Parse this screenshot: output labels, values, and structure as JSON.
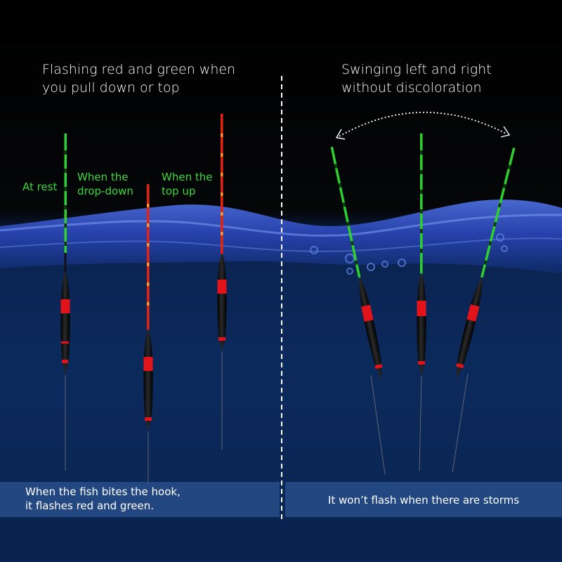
{
  "headings": {
    "left": [
      "Flashing red and green when",
      "you pull down or top"
    ],
    "right": [
      "Swinging left and right",
      "without discoloration"
    ]
  },
  "labels": {
    "at_rest": "At rest",
    "drop_down": [
      "When the",
      "drop-down"
    ],
    "top_up": [
      "When the",
      "top up"
    ]
  },
  "captions": {
    "left": [
      "When the fish bites the hook,",
      "it flashes red and green."
    ],
    "right": "It won’t flash when there are storms"
  },
  "colors": {
    "background": "#000000",
    "water": "#0b2a5c",
    "wave_highlight": "#3a5bd0",
    "light_green": "#3bd83b",
    "light_red": "#ff3a1a",
    "body_red": "#e3131b",
    "caption_panel": "#2a528e",
    "divider": "#ffffff"
  },
  "icons": {
    "float": "fishing-float-icon",
    "swing_arc": "dotted-arc-icon",
    "bubbles": "bubble-icon"
  }
}
